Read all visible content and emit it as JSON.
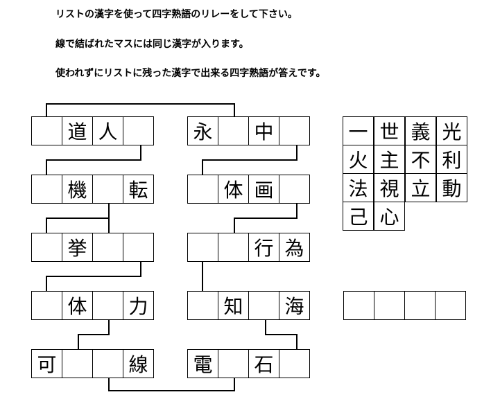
{
  "instructions": [
    "リストの漢字を使って四字熟語のリレーをして下さい。",
    "線で結ばれたマスには同じ漢字が入ります。",
    "使われずにリストに残った漢字で出来る四字熟語が答えです。"
  ],
  "left_column": [
    [
      "",
      "道",
      "人",
      ""
    ],
    [
      "",
      "機",
      "",
      "転"
    ],
    [
      "",
      "挙",
      "",
      ""
    ],
    [
      "",
      "体",
      "",
      "力"
    ],
    [
      "可",
      "",
      "",
      "線"
    ]
  ],
  "middle_column": [
    [
      "永",
      "",
      "中",
      ""
    ],
    [
      "",
      "体",
      "画",
      ""
    ],
    [
      "",
      "",
      "行",
      "為"
    ],
    [
      "",
      "知",
      "",
      "海"
    ],
    [
      "電",
      "",
      "石",
      ""
    ]
  ],
  "kanji_list": [
    "一",
    "世",
    "義",
    "光",
    "火",
    "主",
    "不",
    "利",
    "法",
    "視",
    "立",
    "動",
    "己",
    "心"
  ],
  "answer": [
    "",
    "",
    "",
    ""
  ]
}
